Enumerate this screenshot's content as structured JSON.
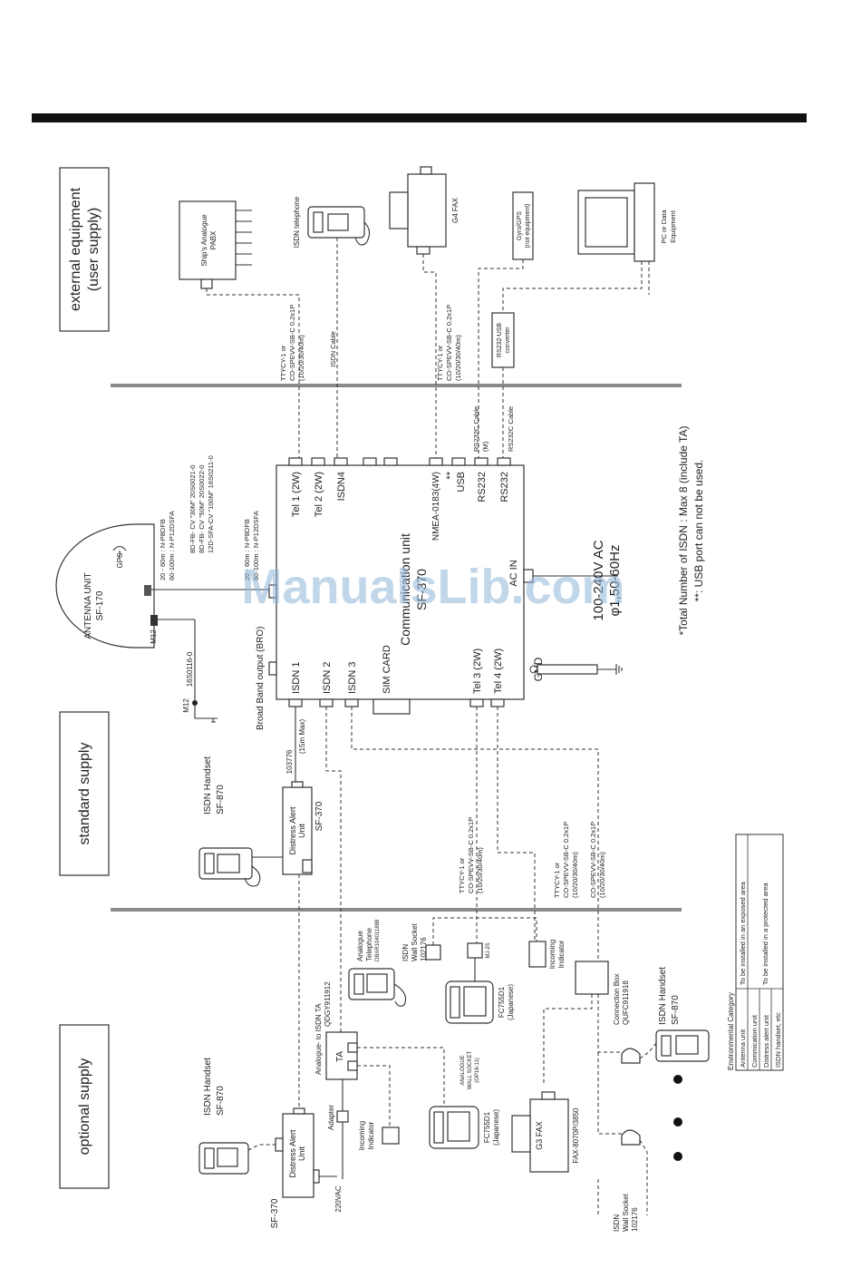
{
  "sections": {
    "external": [
      "external equipment",
      "(user supply)"
    ],
    "standard": "standard supply",
    "optional": "optional supply"
  },
  "antenna": {
    "label": "ANTENNA UNIT",
    "model": "SF-170",
    "gps": "GPS",
    "connector": "M12",
    "cable": "16S0116-0",
    "ground_connector": "M12",
    "cable_spec": [
      "20 - 60m : N-P8DFB",
      "60-100m : N-P12DSFA",
      "8D-FB- CV    \"30M\"  20S0021-0",
      "8D-FB- CV    \"50M\"  20S0022-0",
      "12D-SFA-CV  \"100M\"  16S0211-0"
    ],
    "cable_spec_b": [
      "20 - 60m : N-P8DFB",
      "60-100m : N-P12DSFA"
    ]
  },
  "comm_unit": {
    "title": "Communication unit",
    "model": "SF-370",
    "ports_top": [
      "Tel 1 (2W)",
      "Tel 2 (2W)",
      "ISDN4",
      "NMEA-0183(4W)",
      "USB",
      "RS232",
      "RS232",
      "**"
    ],
    "ports_bottom": [
      "ISDN 1",
      "ISDN 2",
      "ISDN 3",
      "SIM CARD",
      "Tel 3 (2W)",
      "Tel 4 (2W)"
    ],
    "ac_in": "AC IN",
    "gnd": "GND",
    "broadband": "Broad Band output (BRO)",
    "power": [
      "100-240V AC",
      "φ1,50-60Hz"
    ]
  },
  "external_devices": {
    "pabx": [
      "Ship's Analogue",
      "PABX"
    ],
    "isdn_tel": "ISDN telephone",
    "g4fax": "G4 FAX",
    "gyro": [
      "Gyro/GPS",
      "(not equipment)"
    ],
    "pc": [
      "PC or Data",
      "Equipment"
    ],
    "rs232usb": [
      "RS232-USB",
      "converter"
    ],
    "cable1": [
      "TTYCY-1 or",
      "CO-SPEVV-SB-C 0.2x1P",
      "(10/20/30/40m)"
    ],
    "isdn_cable": "ISDN Cable",
    "cable2": [
      "TTYCY-1 or",
      "CO-SPEVV-SB-C 0.2x1P",
      "(10/20/30/40m)"
    ],
    "rs232_cable_m": [
      "RS232C Cable",
      "(M)"
    ],
    "rs232_cable": "RS232C Cable"
  },
  "notes": [
    "*Total Number of ISDN : Max 8 (include TA)",
    "**: USB port can not be used."
  ],
  "standard_devices": {
    "handset_title": "ISDN Handset",
    "handset_model": "SF-870",
    "distress": [
      "Distress Alert",
      "Unit"
    ],
    "distress_model": "SF-370",
    "cable_no": "103776",
    "cable_len": "(15m Max)"
  },
  "optional_devices": {
    "handset1_title": "ISDN Handset",
    "handset1_model": "SF-870",
    "distress": [
      "Distress Alert",
      "Unit"
    ],
    "distress_model": "SF-370",
    "ac": "220VAC",
    "adapter": "Adapter",
    "incoming1": [
      "Incoming",
      "Indicator"
    ],
    "ta_title": [
      "Analogue- to ISDN TA",
      "QDGY911912"
    ],
    "ta": "TA",
    "analogue_tel": [
      "Analogue",
      "Telephone",
      "DBAR104011888"
    ],
    "isdn_socket1": [
      "ISDN",
      "Wall Socket",
      "102176"
    ],
    "mj": "MJ-2S",
    "analogue_socket": [
      "ANALOGUE",
      "WALL SOCKET",
      "(OP16-11)"
    ],
    "fc1": [
      "FC755D1",
      "(Japanese)"
    ],
    "fc2": [
      "FC755D1",
      "(Japanese)"
    ],
    "cable3": [
      "TTYCY-1 or",
      "CO-SPEVV-SB-C 0.2x1P",
      "(10/20/30/40m)"
    ],
    "cable4": [
      "TTYCY-1 or",
      "CO-SPEVV-SB-C 0.2x1P",
      "(10/20/30/40m)"
    ],
    "cable5": [
      "CO-SPEVV-SB-C 0.2x1P",
      "(10/20/30/40m)"
    ],
    "incoming2": [
      "Incoming",
      "Indicator"
    ],
    "conn_box": [
      "Connection Box",
      "QUFC911918"
    ],
    "g3fax": "G3 FAX",
    "fax_model": "FAX-8070P/3850",
    "isdn_socket2": [
      "ISDN",
      "Wall Socket",
      "102176"
    ],
    "handset2_title": "ISDN Handset",
    "handset2_model": "SF-870"
  },
  "env_table": {
    "title": "Environmental Category",
    "rows": [
      [
        "Antenna unit",
        "To be installed in an exposed area"
      ],
      [
        "Commication unit",
        "To be installed in a protected area"
      ],
      [
        "Distress alert unit",
        ""
      ],
      [
        "ISDN handset, etc",
        ""
      ]
    ]
  },
  "watermark": "ManualsLib.com"
}
